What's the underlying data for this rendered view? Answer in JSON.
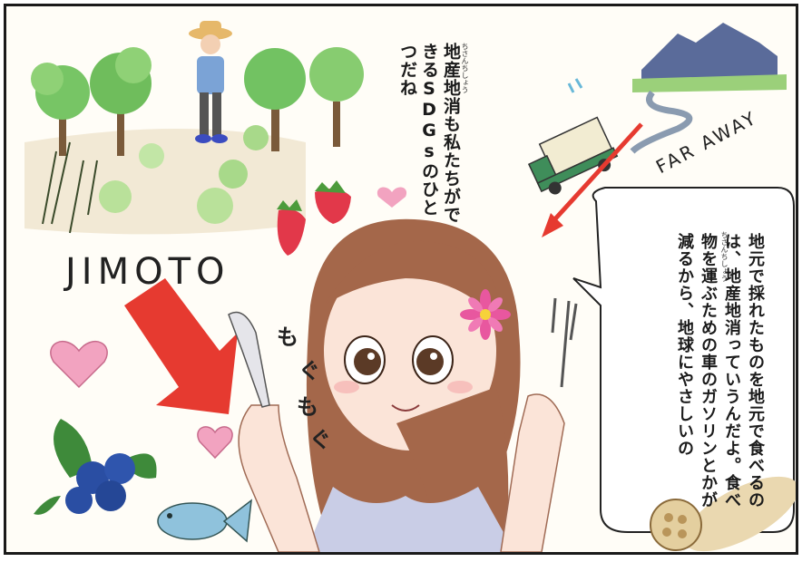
{
  "panel": {
    "caption": "地産地消も私たちができるSDGsのひとつだね",
    "caption_furigana": "ちさんちしょう",
    "jimoto_label": "JIMOTO",
    "faraway_label": "FAR AWAY",
    "sfx": [
      "も",
      "ぐ",
      "も",
      "ぐ"
    ],
    "speech_bubble": {
      "text": "地元で採れたものを地元で食べるのは、地産地消っていうんだよ。食べ物を運ぶための車のガソリンとかが減るから、地球にやさしいの",
      "furigana": "ちさんちしょう"
    }
  },
  "colors": {
    "hair": "#a4674a",
    "skin": "#fbe4d8",
    "arrow_red": "#e63a30",
    "truck_green": "#3f8d5a",
    "blueberry": "#2a4ea3",
    "fish": "#8fc2dc",
    "flower_pink": "#e8579f",
    "heart_pink": "#f2a3c0",
    "tree_green": "#6fc060"
  }
}
